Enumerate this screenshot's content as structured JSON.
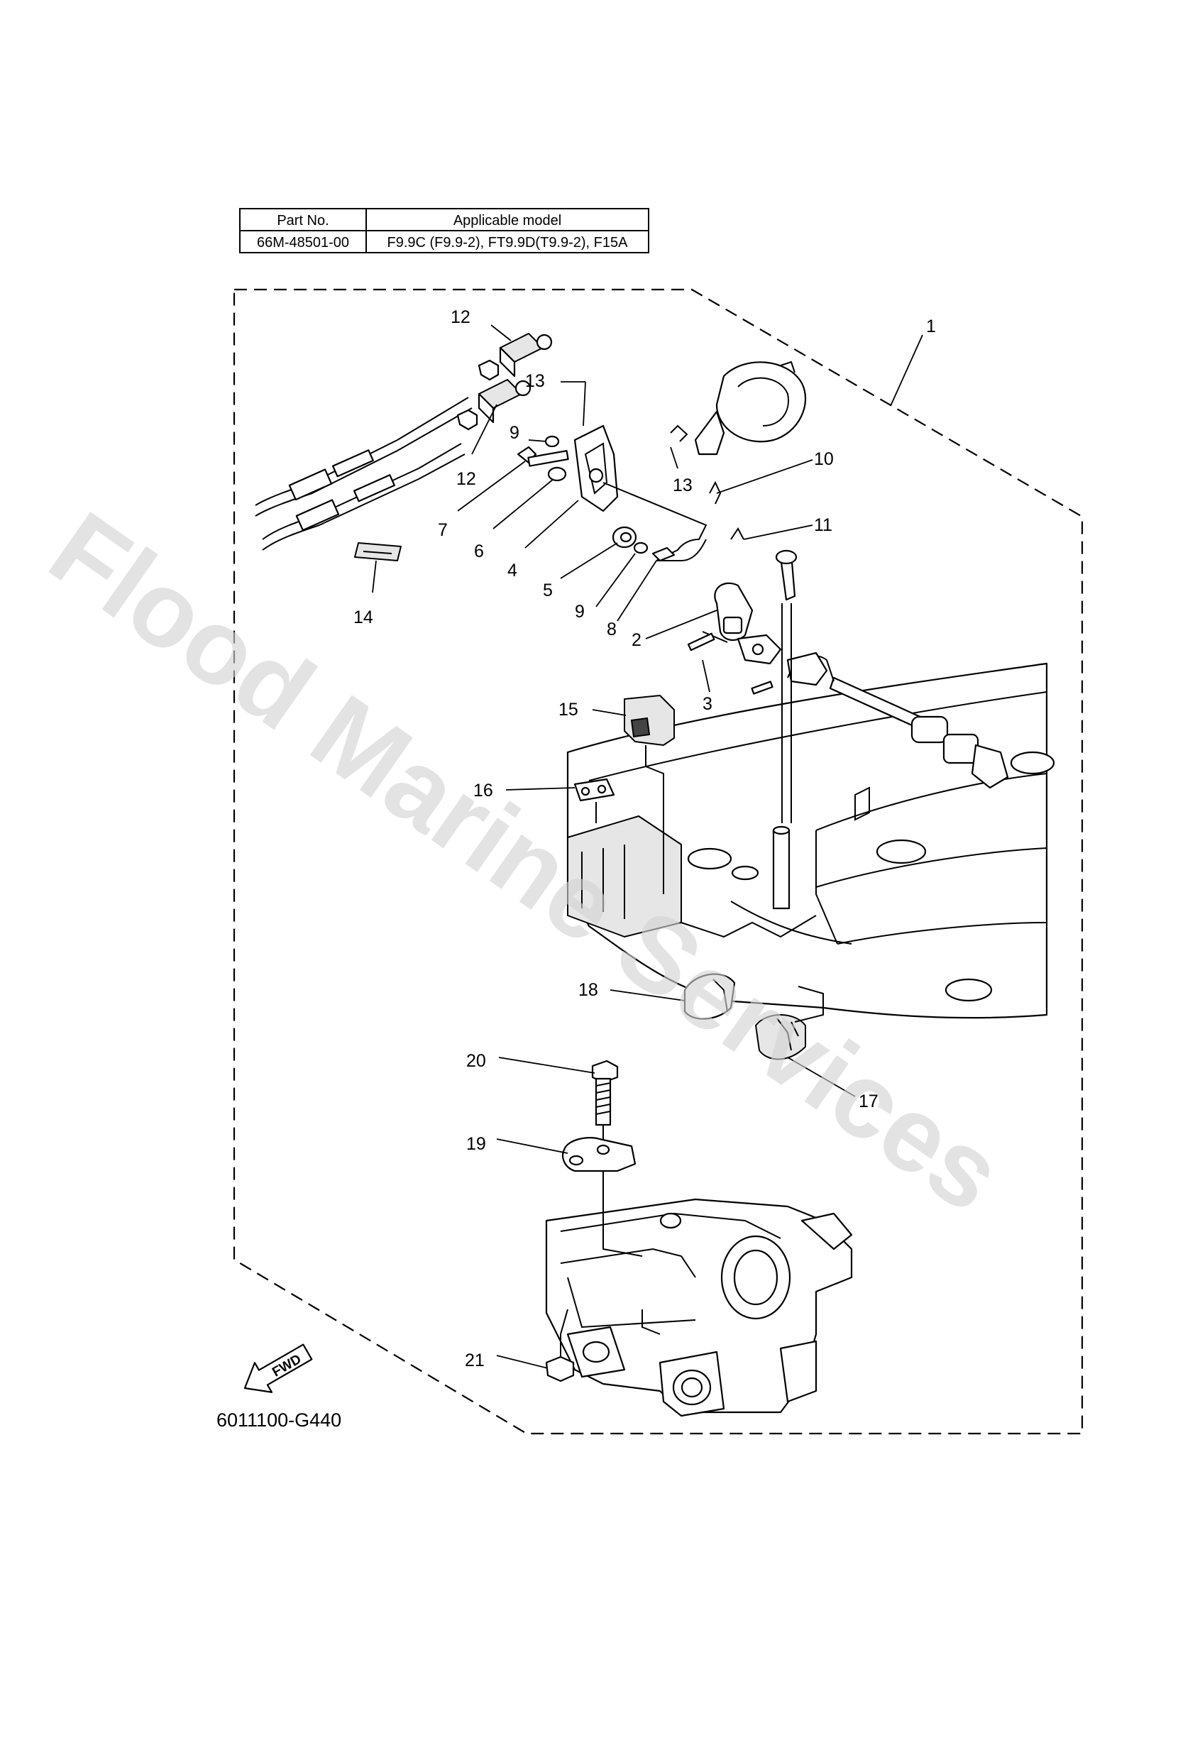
{
  "parts_table": {
    "headers": [
      "Part No.",
      "Applicable model"
    ],
    "rows": [
      [
        "66M-48501-00",
        "F9.9C (F9.9-2), FT9.9D(T9.9-2), F15A"
      ]
    ]
  },
  "callouts": [
    {
      "id": "1",
      "label": "1"
    },
    {
      "id": "2",
      "label": "2"
    },
    {
      "id": "3",
      "label": "3"
    },
    {
      "id": "4",
      "label": "4"
    },
    {
      "id": "5",
      "label": "5"
    },
    {
      "id": "6",
      "label": "6"
    },
    {
      "id": "7",
      "label": "7"
    },
    {
      "id": "8",
      "label": "8"
    },
    {
      "id": "9a",
      "label": "9"
    },
    {
      "id": "9b",
      "label": "9"
    },
    {
      "id": "10",
      "label": "10"
    },
    {
      "id": "11",
      "label": "11"
    },
    {
      "id": "12a",
      "label": "12"
    },
    {
      "id": "12b",
      "label": "12"
    },
    {
      "id": "13a",
      "label": "13"
    },
    {
      "id": "13b",
      "label": "13"
    },
    {
      "id": "14",
      "label": "14"
    },
    {
      "id": "15",
      "label": "15"
    },
    {
      "id": "16",
      "label": "16"
    },
    {
      "id": "17",
      "label": "17"
    },
    {
      "id": "18",
      "label": "18"
    },
    {
      "id": "19",
      "label": "19"
    },
    {
      "id": "20",
      "label": "20"
    },
    {
      "id": "21",
      "label": "21"
    }
  ],
  "fwd_label": "FWD",
  "diagram_code": "6011100-G440",
  "watermark": "Flood Marine Services",
  "icons": {
    "forward_arrow": "fwd-arrow-icon"
  }
}
